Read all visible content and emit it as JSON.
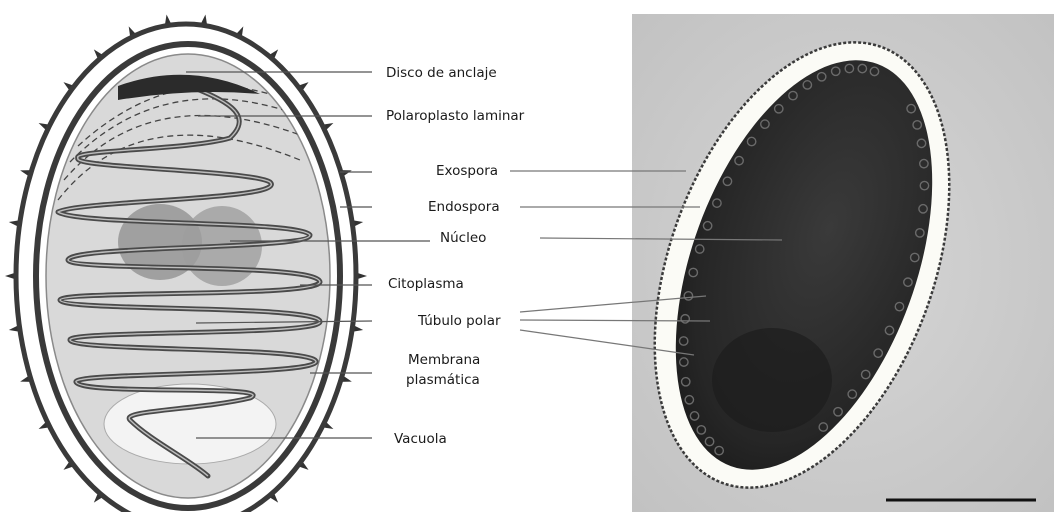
{
  "labels": {
    "anchoring_disc": "Disco de anclaje",
    "lamellar_polaroplast": "Polaroplasto laminar",
    "exospore": "Exospora",
    "endospore": "Endospora",
    "nucleus": "Núcleo",
    "cytoplasm": "Citoplasma",
    "polar_tube": "Túbulo polar",
    "plasma_membrane_1": "Membrana",
    "plasma_membrane_2": "plasmática",
    "vacuole": "Vacuola"
  },
  "colors": {
    "wall": "#3a3a3a",
    "cytoplasm_fill": "#d9d9d9",
    "nucleus_fill": "#9d9d9d",
    "tube": "#4a4a4a",
    "micrograph_bg": "#cfcfcf",
    "micrograph_spore": "#2e2e2e"
  }
}
